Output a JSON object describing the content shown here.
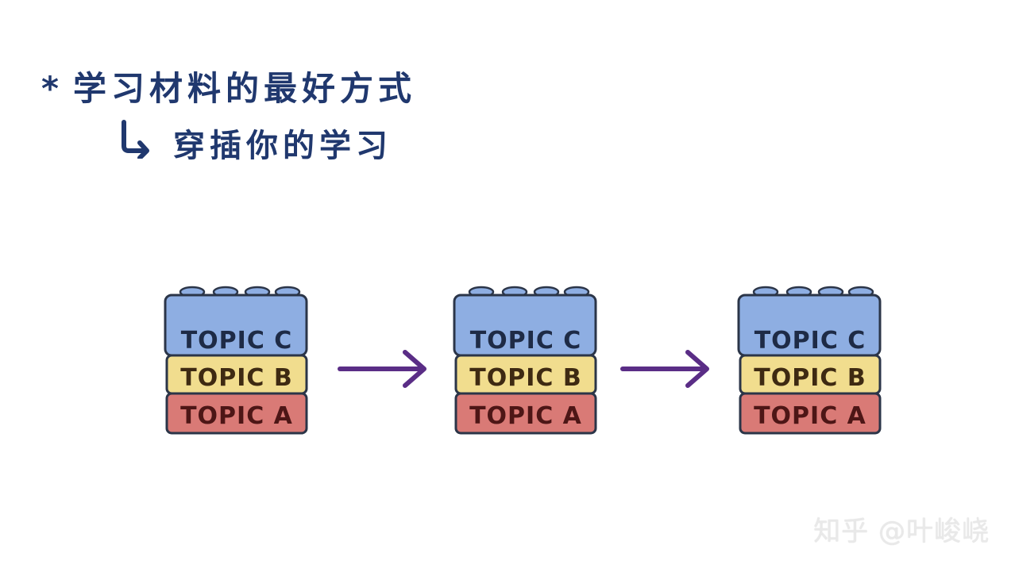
{
  "heading": {
    "bullet": "*",
    "text": "学习材料的最好方式"
  },
  "subheading": {
    "icon": "return-arrow-icon",
    "text": "穿插你的学习"
  },
  "stacks": [
    {
      "topics": [
        "TOPIC C",
        "TOPIC B",
        "TOPIC A"
      ]
    },
    {
      "topics": [
        "TOPIC C",
        "TOPIC B",
        "TOPIC A"
      ]
    },
    {
      "topics": [
        "TOPIC C",
        "TOPIC B",
        "TOPIC A"
      ]
    }
  ],
  "colors": {
    "ink": "#20386e",
    "topic_c": "#8eaee2",
    "topic_b": "#f1dd8e",
    "topic_a": "#d97a76",
    "arrow": "#5a2d86"
  },
  "watermark": "知乎 @叶峻峣"
}
